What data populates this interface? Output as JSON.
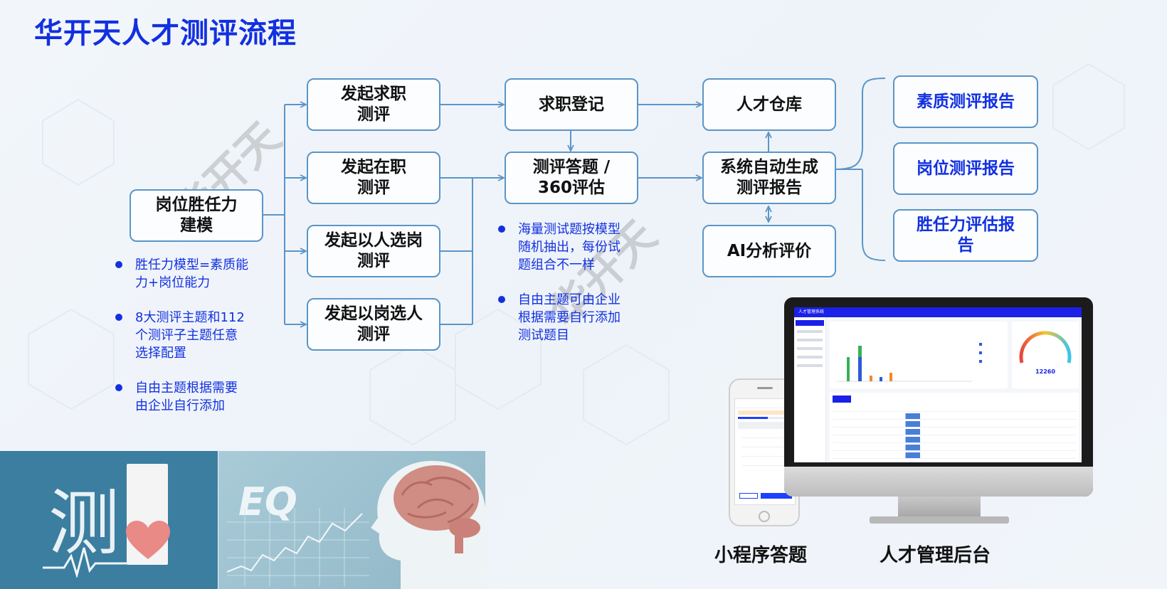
{
  "title": "华开天人才测评流程",
  "nodes": {
    "model": "岗位胜任力\n建模",
    "jobseeker_eval": "发起求职\n测评",
    "incumbent_eval": "发起在职\n测评",
    "person_to_post": "发起以人选岗\n测评",
    "post_to_person": "发起以岗选人\n测评",
    "registration": "求职登记",
    "answering": "测评答题 /\n360评估",
    "talent_pool": "人才仓库",
    "auto_report": "系统自动生成\n测评报告",
    "ai_analysis": "AI分析评价"
  },
  "reports": [
    "素质测评报告",
    "岗位测评报告",
    "胜任力评估报\n告"
  ],
  "left_bullets": [
    "胜任力模型=素质能\n力+岗位能力",
    "8大测评主题和112\n个测评子主题任意\n选择配置",
    "自由主题根据需要\n由企业自行添加"
  ],
  "middle_bullets": [
    "海量测试题按模型\n随机抽出，每份试\n题组合不一样",
    "自由主题可由企业\n根据需要自行添加\n测试题目"
  ],
  "watermark": "华开天",
  "photos": {
    "left_glyph": "测",
    "right_text": "EQ"
  },
  "device_labels": {
    "phone": "小程序答题",
    "monitor": "人才管理后台"
  },
  "screens": {
    "gauge_value": "12260",
    "monitor_title": "人才管理系统"
  },
  "colors": {
    "accent": "#1230e0",
    "border": "#5b95c7",
    "arrow": "#5b95c7"
  }
}
